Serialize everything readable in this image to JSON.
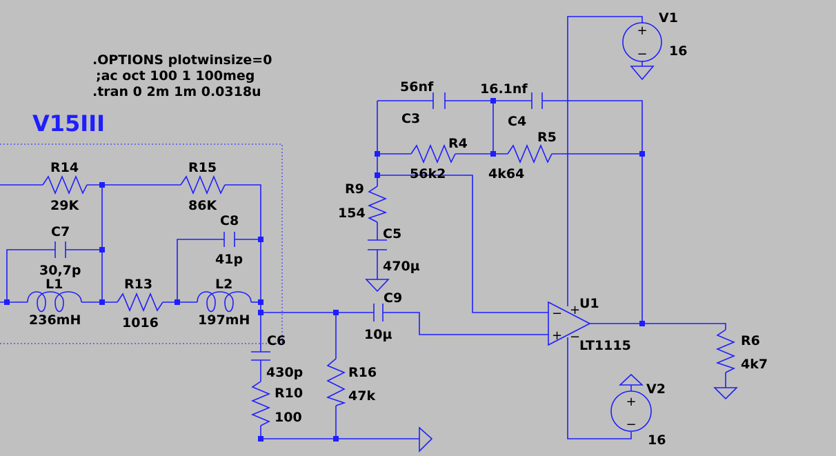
{
  "directives": [
    ".OPTIONS plotwinsize=0",
    ";ac oct 100 1 100meg",
    ".tran 0 2m 1m 0.0318u"
  ],
  "title": "V15III",
  "components": {
    "R14": {
      "name": "R14",
      "value": "29K"
    },
    "R15": {
      "name": "R15",
      "value": "86K"
    },
    "C7": {
      "name": "C7",
      "value": "30,7p"
    },
    "C8": {
      "name": "C8",
      "value": "41p"
    },
    "L1": {
      "name": "L1",
      "value": "236mH"
    },
    "R13": {
      "name": "R13",
      "value": "1016"
    },
    "L2": {
      "name": "L2",
      "value": "197mH"
    },
    "C6": {
      "name": "C6",
      "value": "430p"
    },
    "R10": {
      "name": "R10",
      "value": "100"
    },
    "R16": {
      "name": "R16",
      "value": "47k"
    },
    "C9": {
      "name": "C9",
      "value": "10µ"
    },
    "C3": {
      "name": "C3",
      "value": "56nf"
    },
    "C4": {
      "name": "C4",
      "value": "16.1nf"
    },
    "R4": {
      "name": "R4",
      "value": "56k2"
    },
    "R5": {
      "name": "R5",
      "value": "4k64"
    },
    "R9": {
      "name": "R9",
      "value": "154"
    },
    "C5": {
      "name": "C5",
      "value": "470µ"
    },
    "U1": {
      "name": "U1",
      "value": "LT1115"
    },
    "R6": {
      "name": "R6",
      "value": "4k7"
    },
    "V1": {
      "name": "V1",
      "value": "16"
    },
    "V2": {
      "name": "V2",
      "value": "16"
    }
  }
}
